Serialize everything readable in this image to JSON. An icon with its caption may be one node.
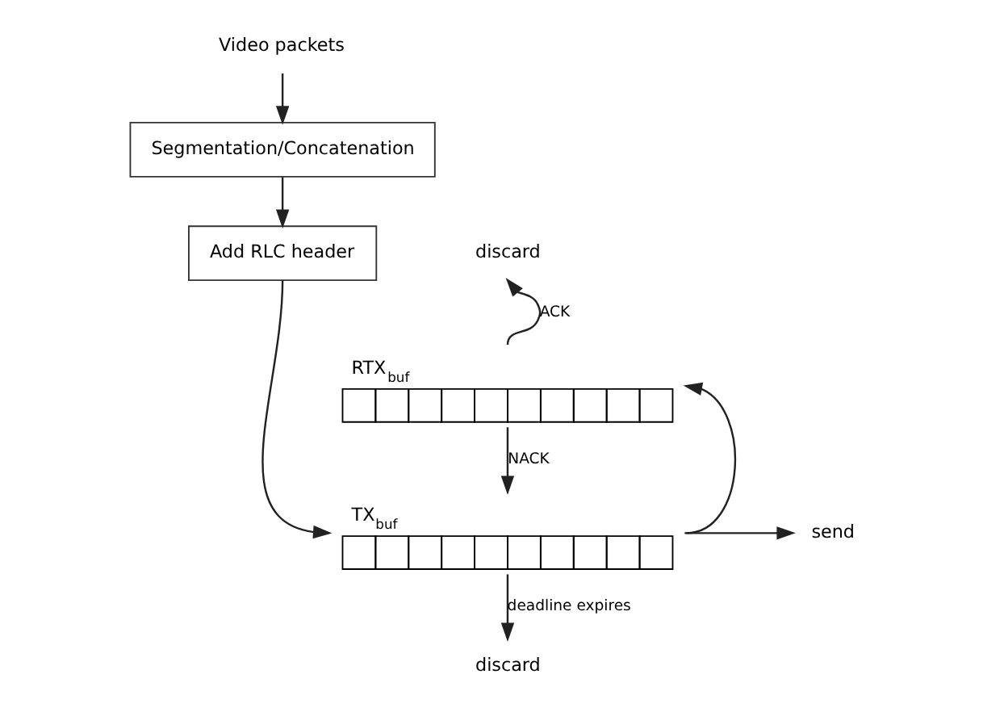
{
  "diagram": {
    "nodes": [
      {
        "text": [
          "Video packets"
        ]
      },
      {
        "text": [
          "Segmentation/Concatenation"
        ]
      },
      {
        "text": [
          "Add RLC header"
        ]
      },
      {
        "text": [
          "RTX$_{buf}$"
        ]
      },
      {
        "text": [
          "discard"
        ]
      },
      {
        "text": [
          "TX$_{buf}$"
        ]
      },
      {
        "text": [
          "send"
        ]
      },
      {
        "text": [
          "discard"
        ]
      }
    ],
    "edges": [
      {
        "from": 0,
        "to": 1,
        "arrow": "to"
      },
      {
        "from": 1,
        "to": 2,
        "arrow": "to"
      },
      {
        "from": 2,
        "to": 5,
        "arrow": "to"
      },
      {
        "from": 3,
        "to": 4,
        "arrow": "to",
        "label": "ACK"
      },
      {
        "from": 3,
        "to": 5,
        "arrow": "to",
        "label": "NACK"
      },
      {
        "from": 5,
        "to": 6,
        "arrow": "to"
      },
      {
        "from": 5,
        "to": 3,
        "arrow": "to"
      },
      {
        "from": 5,
        "to": 7,
        "arrow": "to",
        "label": "deadline expires"
      }
    ]
  }
}
